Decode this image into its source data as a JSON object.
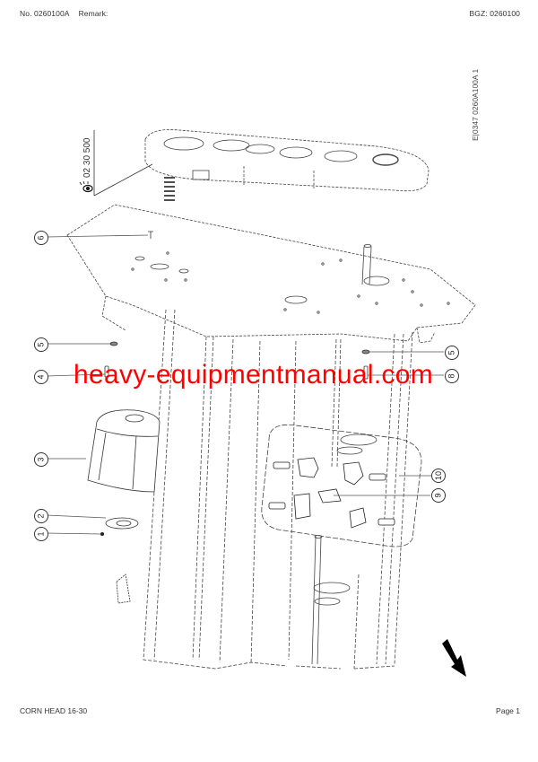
{
  "header": {
    "document_number": "No. 0260100A",
    "remark_label": "Remark:",
    "bgz": "BGZ: 0260100"
  },
  "side_code": "E|0347 0260A100A 1",
  "drawing": {
    "title": "Exploded parts diagram - corn head gearbox mounting",
    "reference_assembly": "02 30 500",
    "reference_icon": "eye-view-icon",
    "direction_arrow": "arrow-down-right-icon",
    "callouts": [
      {
        "number": "6",
        "side": "left"
      },
      {
        "number": "5",
        "side": "left"
      },
      {
        "number": "4",
        "side": "left"
      },
      {
        "number": "3",
        "side": "left"
      },
      {
        "number": "2",
        "side": "left"
      },
      {
        "number": "1",
        "side": "left"
      },
      {
        "number": "5",
        "side": "right"
      },
      {
        "number": "8",
        "side": "right"
      },
      {
        "number": "10",
        "side": "right"
      },
      {
        "number": "9",
        "side": "right"
      }
    ]
  },
  "watermark": "heavy-equipmentmanual.com",
  "footer": {
    "title": "CORN HEAD 16-30",
    "page": "Page 1"
  }
}
